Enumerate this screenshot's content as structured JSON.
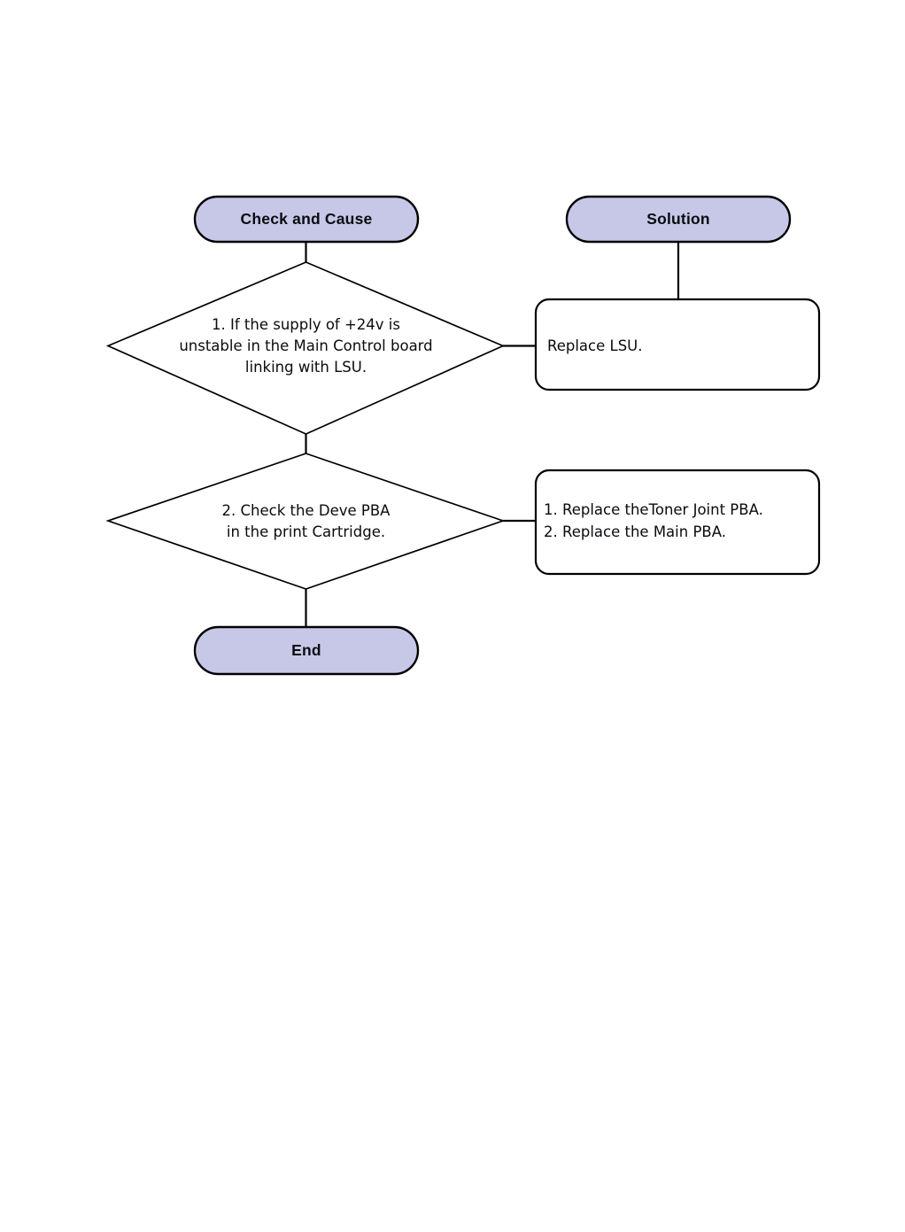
{
  "diagram": {
    "title": "Check and Cause / Solution troubleshooting flowchart",
    "type": "flowchart",
    "colors": {
      "pill_fill": "#C7C8E8",
      "pill_stroke": "#000000",
      "shape_stroke": "#000000",
      "shape_fill": "#FFFFFF",
      "text": "#0B0B10",
      "background": "#FFFFFF"
    },
    "columns": {
      "left_header": "Check and Cause",
      "right_header": "Solution"
    },
    "nodes": {
      "check_header": {
        "label": "Check and Cause",
        "shape": "pill"
      },
      "solution_header": {
        "label": "Solution",
        "shape": "pill"
      },
      "decision_1": {
        "shape": "diamond",
        "lines": [
          "1. If the supply of +24v is",
          "unstable in the Main Control board",
          "linking with LSU."
        ]
      },
      "decision_2": {
        "shape": "diamond",
        "lines": [
          "2. Check the Deve PBA",
          "in the print Cartridge."
        ]
      },
      "action_1": {
        "shape": "rounded-rect",
        "lines": [
          "Replace LSU."
        ]
      },
      "action_2": {
        "shape": "rounded-rect",
        "lines": [
          "1. Replace theToner Joint PBA.",
          "2. Replace the Main PBA."
        ]
      },
      "end_node": {
        "label": "End",
        "shape": "pill"
      }
    },
    "edges": [
      {
        "from": "check_header",
        "to": "decision_1",
        "orientation": "vertical"
      },
      {
        "from": "decision_1",
        "to": "decision_2",
        "orientation": "vertical"
      },
      {
        "from": "decision_2",
        "to": "end_node",
        "orientation": "vertical"
      },
      {
        "from": "solution_header",
        "to": "action_1",
        "orientation": "vertical"
      },
      {
        "from": "decision_1",
        "to": "action_1",
        "orientation": "horizontal"
      },
      {
        "from": "decision_2",
        "to": "action_2",
        "orientation": "horizontal"
      }
    ]
  }
}
